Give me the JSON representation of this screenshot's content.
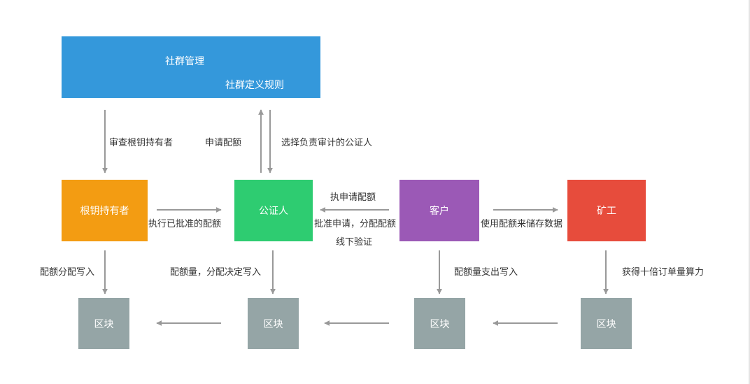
{
  "colors": {
    "community": "#3498db",
    "root_key_holder": "#f39c12",
    "notary": "#2ecc71",
    "customer": "#9b59b6",
    "miner": "#e74c3c",
    "block": "#95a5a6",
    "arrow": "#999999"
  },
  "nodes": {
    "community": {
      "title": "社群管理",
      "subtitle": "社群定义规则"
    },
    "root_key_holder": {
      "label": "根钥持有者"
    },
    "notary": {
      "label": "公证人"
    },
    "customer": {
      "label": "客户"
    },
    "miner": {
      "label": "矿工"
    },
    "blocks": [
      "区块",
      "区块",
      "区块",
      "区块"
    ]
  },
  "edges": {
    "review_root_key_holder": "审查根钥持有者",
    "apply_quota": "申请配额",
    "select_audit_notary": "选择负责审计的公证人",
    "execute_approved_quota": "执行已批准的配额",
    "request_quota": "执申请配额",
    "approve_allocate": "批准申请，分配配额",
    "offline_verify": "线下验证",
    "use_quota_store": "使用配额来储存数据",
    "quota_allocation_write": "配额分配写入",
    "quota_decision_write": "配额量，分配决定写入",
    "quota_spend_write": "配额量支出写入",
    "tenfold_power": "获得十倍订单量算力"
  }
}
